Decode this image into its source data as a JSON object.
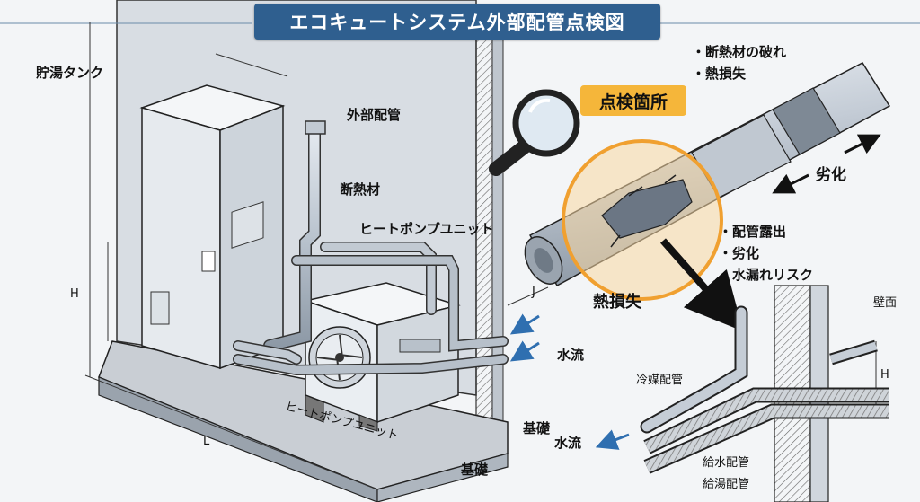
{
  "title": "エコキュートシステム外部配管点検図",
  "inspection_badge": "点検箇所",
  "labels": {
    "tank": "貯湯タンク",
    "external_piping": "外部配管",
    "insulation": "断熱材",
    "heat_pump_unit": "ヒートポンプユニット",
    "heat_pump_unit_base": "ヒートポンプユニット",
    "water_flow_1": "水流",
    "water_flow_2": "水流",
    "foundation_1": "基礎",
    "foundation_2": "基礎",
    "heat_loss": "熱損失",
    "deterioration": "劣化",
    "refrigerant_pipe": "冷媒配管",
    "water_supply_pipe": "給水配管",
    "hot_water_pipe": "給湯配管",
    "wall": "壁面",
    "dim_L": "L",
    "dim_H": "H",
    "dim_J": "J",
    "dim_H2": "H"
  },
  "bullets_top": [
    "断熱材の破れ",
    "熱損失"
  ],
  "bullets_mid": [
    "配管露出",
    "劣化",
    "水漏れリスク"
  ],
  "colors": {
    "title_bg": "#2f5f8f",
    "badge_bg": "#f5b63a",
    "highlight_circle": "#f0a030",
    "arrow_blue": "#2f6fb0"
  }
}
